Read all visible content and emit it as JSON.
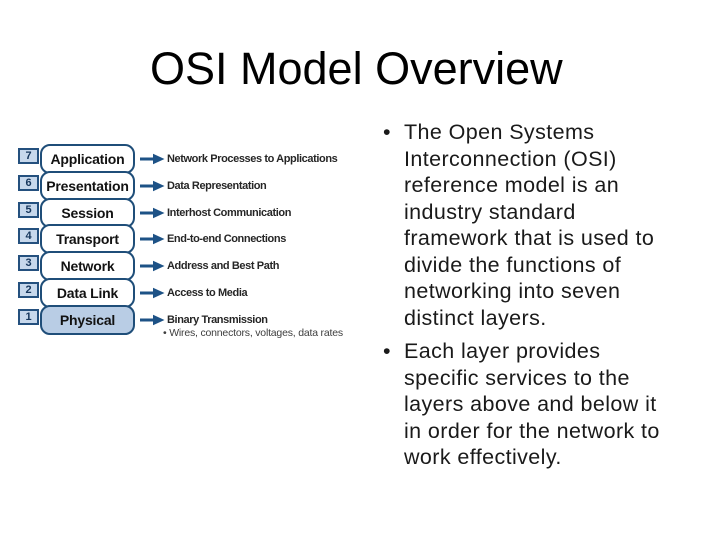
{
  "title": "OSI Model Overview",
  "diagram": {
    "layers": [
      {
        "number": "7",
        "name": "Application",
        "description": "Network Processes to Applications"
      },
      {
        "number": "6",
        "name": "Presentation",
        "description": "Data Representation"
      },
      {
        "number": "5",
        "name": "Session",
        "description": "Interhost Communication"
      },
      {
        "number": "4",
        "name": "Transport",
        "description": "End-to-end Connections"
      },
      {
        "number": "3",
        "name": "Network",
        "description": "Address and Best Path"
      },
      {
        "number": "2",
        "name": "Data Link",
        "description": "Access to Media"
      },
      {
        "number": "1",
        "name": "Physical",
        "description": "Binary Transmission",
        "note": "• Wires, connectors, voltages, data rates"
      }
    ],
    "colors": {
      "box_border": "#1f4e79",
      "badge_fill": "#c7d8ec",
      "physical_fill": "#b9cde5",
      "arrow": "#1d5286"
    }
  },
  "content": {
    "bullets": [
      {
        "glyph": "•",
        "text": "The Open Systems\nInterconnection (OSI)\nreference model is an\nindustry standard\nframework that is used to\ndivide the functions of\nnetworking into seven\ndistinct layers."
      },
      {
        "glyph": "•",
        "text": "Each layer provides\nspecific services to the\nlayers above and below it\nin order for the network to\nwork effectively."
      }
    ]
  }
}
